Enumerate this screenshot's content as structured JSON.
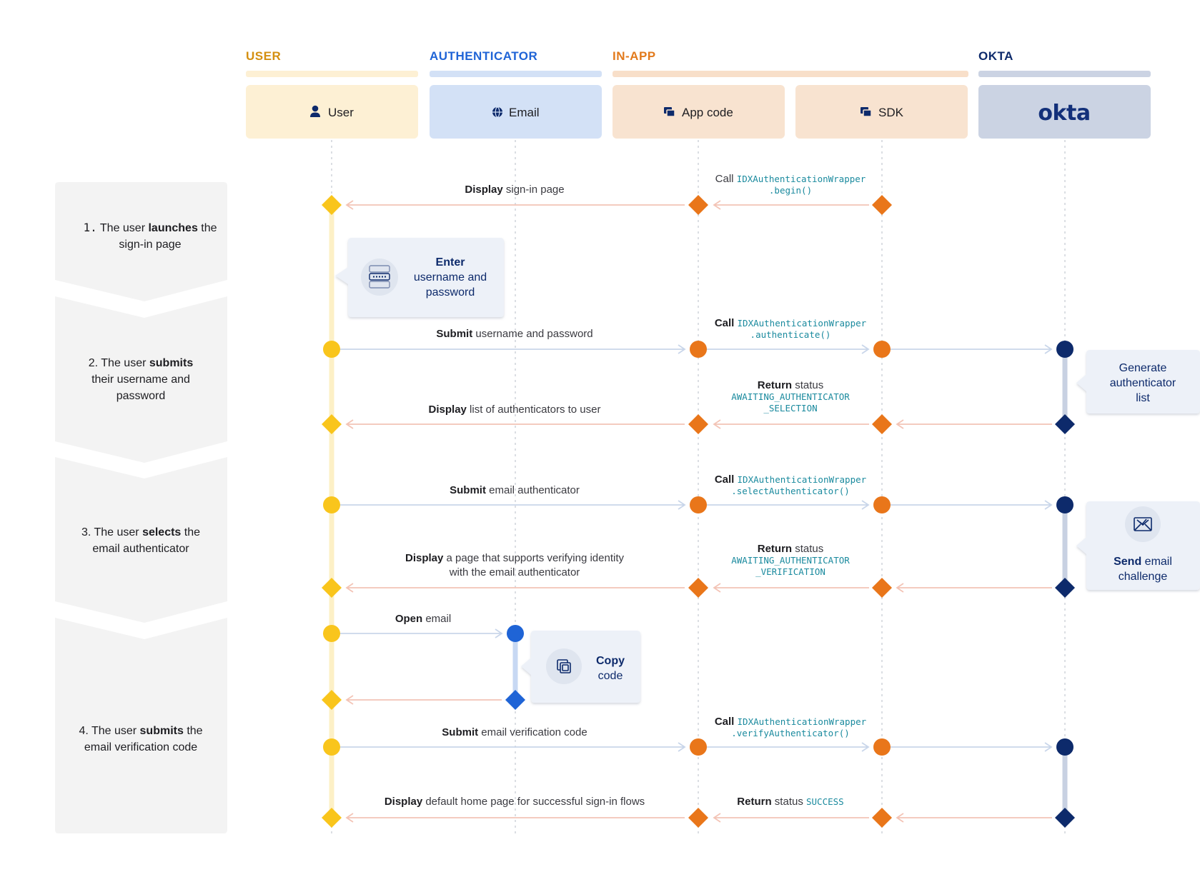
{
  "colors": {
    "user": "#d48f10",
    "authenticator": "#1f64d6",
    "in_app": "#e27a1c",
    "okta": "#0d2a6b",
    "user_marker": "#f9c51c",
    "in_app_marker": "#e9761a",
    "email_marker": "#1f64d6",
    "okta_marker": "#0d2a6b",
    "arrow_right": "#c9d6ea",
    "arrow_left": "#f3c4b6",
    "mono_text": "#1a8a9e"
  },
  "groups": [
    {
      "label": "USER"
    },
    {
      "label": "AUTHENTICATOR"
    },
    {
      "label": "IN-APP"
    },
    {
      "label": "OKTA"
    }
  ],
  "participants": [
    {
      "label": "User",
      "icon": "user-icon"
    },
    {
      "label": "Email",
      "icon": "globe-icon"
    },
    {
      "label": "App code",
      "icon": "app-window-icon"
    },
    {
      "label": "SDK",
      "icon": "app-window-icon"
    },
    {
      "label": "okta",
      "icon": "okta-logo"
    }
  ],
  "steps": [
    {
      "num": "1.",
      "pre": " The user ",
      "bold": "launches",
      "post": " the",
      "line2": "sign-in page"
    },
    {
      "pre": "2. The user ",
      "bold": "submits",
      "line2": "their username and",
      "line3": "password"
    },
    {
      "pre": "3. The user ",
      "bold": "selects",
      "post": " the",
      "line2": "email authenticator"
    },
    {
      "pre": "4. The user ",
      "bold": "submits",
      "post": " the",
      "line2": "email verification code"
    }
  ],
  "messages": {
    "m1": {
      "bold": "Display",
      "rest": " sign-in page"
    },
    "m1c": {
      "pre": "Call ",
      "code": "IDXAuthenticationWrapper",
      "code2": ".begin()"
    },
    "m2": {
      "bold": "Submit",
      "rest": " username and password"
    },
    "m2c": {
      "bold": "Call",
      "code": "IDXAuthenticationWrapper",
      "code2": ".authenticate()"
    },
    "m3": {
      "bold": "Display",
      "rest": " list of authenticators to user"
    },
    "m3c": {
      "bold": "Return",
      "rest": " status",
      "code": "AWAITING_AUTHENTICATOR",
      "code2": "_SELECTION"
    },
    "m4": {
      "bold": "Submit",
      "rest": " email authenticator"
    },
    "m4c": {
      "bold": "Call",
      "code": "IDXAuthenticationWrapper",
      "code2": ".selectAuthenticator()"
    },
    "m5": {
      "bold": "Display",
      "rest": " a page that supports verifying identity",
      "line2": "with the email authenticator"
    },
    "m5c": {
      "bold": "Return",
      "rest": " status",
      "code": "AWAITING_AUTHENTICATOR",
      "code2": "_VERIFICATION"
    },
    "m6": {
      "bold": "Open",
      "rest": " email"
    },
    "m7": {
      "bold": "Submit",
      "rest": " email verification code"
    },
    "m7c": {
      "bold": "Call",
      "code": "IDXAuthenticationWrapper",
      "code2": ".verifyAuthenticator()"
    },
    "m8": {
      "bold": "Display",
      "rest": " default home page for successful sign-in flows"
    },
    "m8c": {
      "bold": "Return",
      "rest": " status ",
      "code": "SUCCESS"
    }
  },
  "notes": {
    "enter": {
      "bold": "Enter",
      "line2": "username and",
      "line3": "password",
      "icon": "password-field-icon"
    },
    "generate": {
      "line1": "Generate",
      "line2": "authenticator",
      "line3": "list"
    },
    "send": {
      "bold": "Send",
      "rest": " email",
      "line2": "challenge",
      "icon": "envelope-icon"
    },
    "copy": {
      "bold": "Copy",
      "line2": "code",
      "icon": "copy-icon"
    }
  }
}
